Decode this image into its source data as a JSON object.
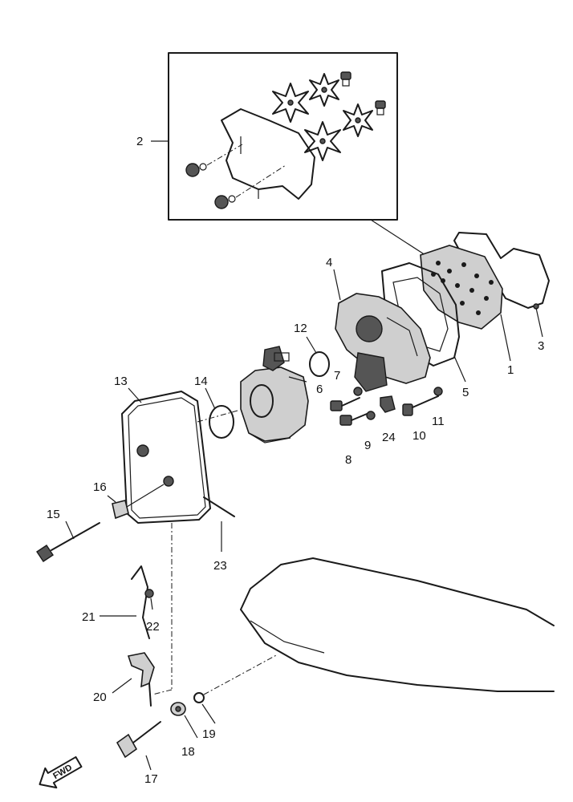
{
  "labels": {
    "l1": "1",
    "l2": "2",
    "l3": "3",
    "l4": "4",
    "l5": "5",
    "l6": "6",
    "l7": "7",
    "l8": "8",
    "l9": "9",
    "l10": "10",
    "l11": "11",
    "l12": "12",
    "l13": "13",
    "l14": "14",
    "l15": "15",
    "l16": "16",
    "l17": "17",
    "l18": "18",
    "l19": "19",
    "l20": "20",
    "l21": "21",
    "l22": "22",
    "l23": "23",
    "l24": "24"
  },
  "fwd_label": "FWD"
}
